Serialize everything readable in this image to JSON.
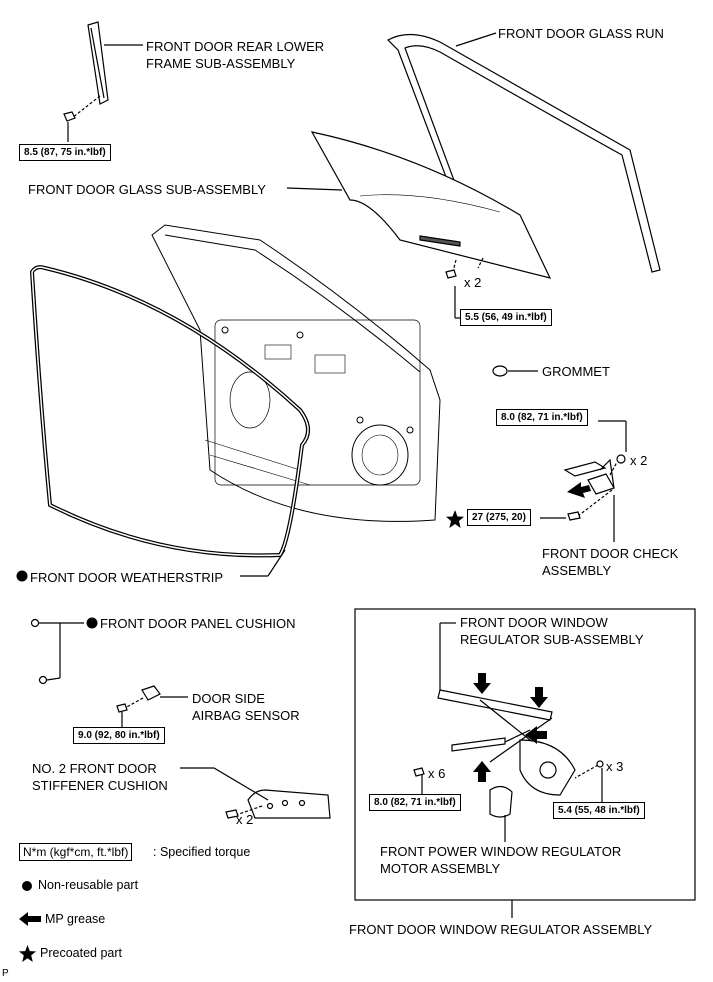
{
  "labels": {
    "rear_lower_frame": "FRONT DOOR REAR LOWER\nFRAME SUB-ASSEMBLY",
    "glass_run": "FRONT DOOR GLASS RUN",
    "glass_sub": "FRONT DOOR GLASS SUB-ASSEMBLY",
    "grommet": "GROMMET",
    "check_assembly": "FRONT DOOR CHECK\nASSEMBLY",
    "weatherstrip": "FRONT DOOR WEATHERSTRIP",
    "panel_cushion": "FRONT DOOR PANEL CUSHION",
    "airbag_sensor": "DOOR SIDE\nAIRBAG SENSOR",
    "stiffener_cushion": "NO. 2 FRONT DOOR\nSTIFFENER CUSHION",
    "regulator_sub": "FRONT DOOR WINDOW\nREGULATOR SUB-ASSEMBLY",
    "regulator_motor": "FRONT POWER WINDOW REGULATOR\nMOTOR ASSEMBLY",
    "regulator_assembly": "FRONT DOOR WINDOW REGULATOR ASSEMBLY",
    "corner_mark": "P"
  },
  "torques": {
    "t_frame": "8.5 (87, 75 in.*lbf)",
    "t_glass": "5.5 (56, 49 in.*lbf)",
    "t_check_upper": "8.0 (82, 71 in.*lbf)",
    "t_check_lower": "27 (275, 20)",
    "t_airbag": "9.0 (92, 80 in.*lbf)",
    "t_regulator_left": "8.0 (82, 71 in.*lbf)",
    "t_regulator_right": "5.4 (55, 48 in.*lbf)"
  },
  "counts": {
    "glass_bolts": "x 2",
    "check_bolts": "x 2",
    "stiffener_bolts": "x 2",
    "regulator_bolts_left": "x 6",
    "regulator_bolts_right": "x 3"
  },
  "legend": {
    "torque_box": "N*m (kgf*cm, ft.*lbf)",
    "torque_text": ": Specified torque",
    "non_reusable": "Non-reusable part",
    "mp_grease": "MP grease",
    "precoated": "Precoated part"
  }
}
